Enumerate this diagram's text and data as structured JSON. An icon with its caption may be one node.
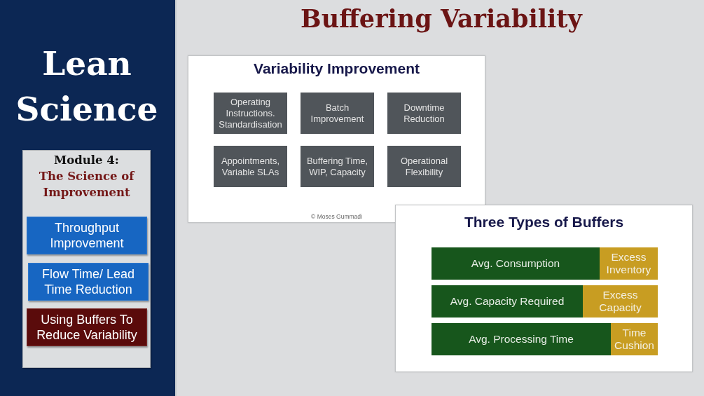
{
  "diagram": {
    "title": "Buffering Variability",
    "nodes": [
      {
        "text": [
          "Lean Science"
        ]
      },
      {
        "text": [
          "Module 4:",
          "The Science of Improvement"
        ],
        "in": 0
      },
      {
        "text": [
          "Throughput Improvement"
        ],
        "in": 1
      },
      {
        "text": [
          "Flow Time/ Lead Time Reduction"
        ],
        "in": 1
      },
      {
        "text": [
          "Using Buffers To Reduce Variability"
        ],
        "in": 1
      },
      {
        "text": [
          "Variability Improvement",
          "© Moses Gummadi"
        ]
      },
      {
        "text": [
          "Operating Instructions. Standardisation"
        ],
        "in": 5
      },
      {
        "text": [
          "Batch Improvement"
        ],
        "in": 5
      },
      {
        "text": [
          "Downtime Reduction"
        ],
        "in": 5
      },
      {
        "text": [
          "Appointments, Variable SLAs"
        ],
        "in": 5
      },
      {
        "text": [
          "Buffering Time, WIP, Capacity"
        ],
        "in": 5
      },
      {
        "text": [
          "Operational Flexibility"
        ],
        "in": 5
      },
      {
        "text": [
          "Three Types of Buffers"
        ]
      },
      {
        "text": [
          "Avg. Consumption"
        ],
        "in": 12
      },
      {
        "text": [
          "Excess Inventory"
        ],
        "in": 12
      },
      {
        "text": [
          "Avg. Capacity Required"
        ],
        "in": 12
      },
      {
        "text": [
          "Excess Capacity"
        ],
        "in": 12
      },
      {
        "text": [
          "Avg. Processing Time"
        ],
        "in": 12
      },
      {
        "text": [
          "Time Cushion"
        ],
        "in": 12
      }
    ]
  }
}
